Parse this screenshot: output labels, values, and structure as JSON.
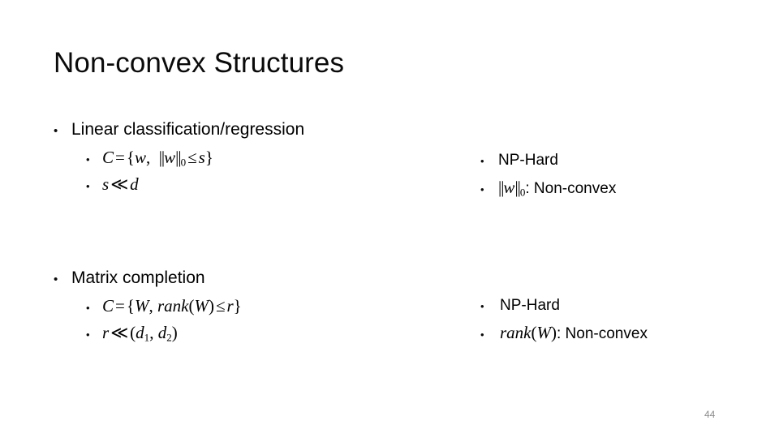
{
  "slide": {
    "title": "Non-convex Structures",
    "number": "44",
    "background_color": "#ffffff",
    "text_color": "#000000",
    "slide_number_color": "#8c8c8c"
  },
  "sections": [
    {
      "heading": "Linear classification/regression",
      "left_items": [
        {
          "plain_text": "C = {w,  ||w||0 ≤ s}",
          "parts": {
            "c": "C",
            "equals": "=",
            "open_brace": "{",
            "w1": "w",
            "comma": ",",
            "bars_open": "||",
            "w2": "w",
            "bars_close": "||",
            "sub": "0",
            "leq": "≤",
            "s": "s",
            "close_brace": "}"
          }
        },
        {
          "plain_text": "s ≪ d",
          "parts": {
            "s": "s",
            "ll": "≪",
            "d": "d"
          }
        }
      ],
      "right_items": [
        {
          "plain_text": "NP-Hard",
          "parts": {
            "label": "NP-Hard"
          }
        },
        {
          "plain_text": "||w||0: Non-convex",
          "parts": {
            "bars_open": "||",
            "w": "w",
            "bars_close": "||",
            "sub": "0",
            "suffix": ": Non-convex"
          }
        }
      ]
    },
    {
      "heading": "Matrix completion",
      "left_items": [
        {
          "plain_text": "C = {W, rank(W) ≤ r}",
          "parts": {
            "c": "C",
            "equals": "=",
            "open_brace": "{",
            "w_cap": "W",
            "comma": ",",
            "rank": "rank",
            "paren_open": "(",
            "w_arg": "W",
            "paren_close": ")",
            "leq": "≤",
            "r": "r",
            "close_brace": "}"
          }
        },
        {
          "plain_text": "r ≪ (d1, d2)",
          "parts": {
            "r": "r",
            "ll": "≪",
            "paren_open": "(",
            "d1": "d",
            "sub1": "1",
            "comma": ",",
            "d2": "d",
            "sub2": "2",
            "paren_close": ")"
          }
        }
      ],
      "right_items": [
        {
          "plain_text": "NP-Hard",
          "parts": {
            "label": "NP-Hard"
          }
        },
        {
          "plain_text": "rank(W): Non-convex",
          "parts": {
            "rank": "rank",
            "paren_open": "(",
            "w_arg": "W",
            "paren_close": ")",
            "suffix": ": Non-convex"
          }
        }
      ]
    }
  ],
  "glyphs": {
    "bullet_dot": "•"
  }
}
